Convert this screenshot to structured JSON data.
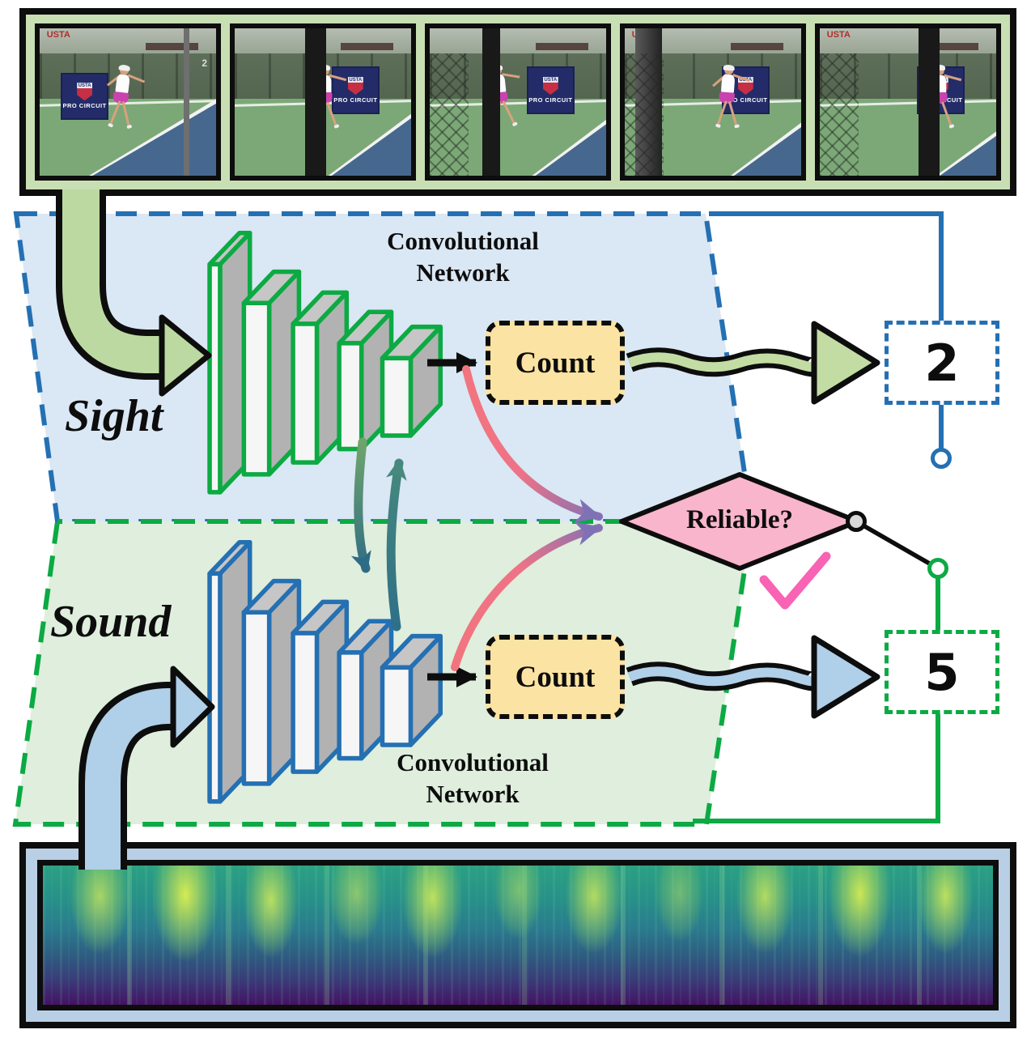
{
  "frames": {
    "red_text": "USTA",
    "banner_org": "USTA",
    "banner_title": "PRO CIRCUIT",
    "court_number": "2"
  },
  "sight": {
    "label": "Sight",
    "network_label_line1": "Convolutional",
    "network_label_line2": "Network",
    "count_label": "Count",
    "output_value": "2"
  },
  "sound": {
    "label": "Sound",
    "network_label_line1": "Convolutional",
    "network_label_line2": "Network",
    "count_label": "Count",
    "output_value": "5"
  },
  "decision": {
    "label": "Reliable?",
    "check": "✓",
    "selected": "sound"
  },
  "colors": {
    "sight_region": "#dae7f4",
    "sight_border": "#2470b3",
    "sound_region": "#dfeedd",
    "sound_border": "#0caa43",
    "count_box": "#fbe3a3",
    "diamond": "#f9b5cb",
    "check": "#f863b4",
    "red_arrow": "#f2747e",
    "purple_arrowhead": "#7e72b5",
    "green_ribbon": "#bcd9a2",
    "blue_ribbon": "#b0cfe8"
  }
}
